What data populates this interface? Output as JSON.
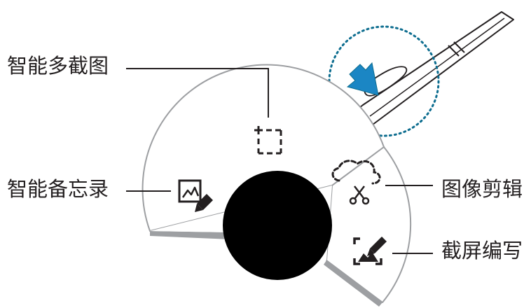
{
  "callouts": {
    "smart_multi_capture": "智能多截图",
    "smart_memo": "智能备忘录",
    "image_clip": "图像剪辑",
    "screen_write": "截屏编写"
  },
  "icons": {
    "multi_capture": "dashed-selection-frame-icon",
    "memo": "image-with-pen-icon",
    "image_clip": "dashed-cloud-scissors-icon",
    "screen_write": "capture-frame-pen-icon",
    "pointer": "blue-arrow-icon"
  },
  "colors": {
    "menu_fill": "#ffffff",
    "menu_edge": "#9d9fa2",
    "menu_shadow": "#9d9fa2",
    "center_button": "#000000",
    "lines": "#231f20",
    "icons": "#231f20",
    "highlight_circle": "#0d6d8f",
    "arrow": "#1b86c4"
  }
}
